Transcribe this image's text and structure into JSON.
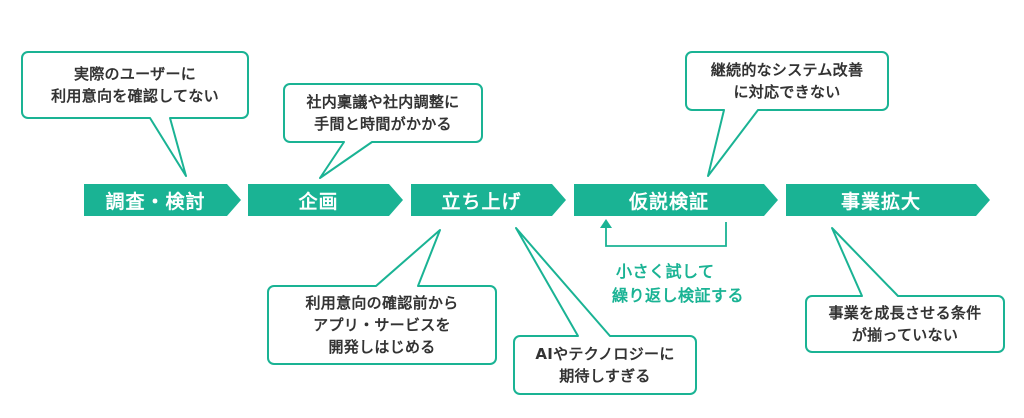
{
  "steps": [
    {
      "label": "調査・検討"
    },
    {
      "label": "企画"
    },
    {
      "label": "立ち上げ"
    },
    {
      "label": "仮説検証"
    },
    {
      "label": "事業拡大"
    }
  ],
  "callouts": [
    {
      "lines": [
        "実際のユーザーに",
        "利用意向を確認してない"
      ]
    },
    {
      "lines": [
        "社内稟議や社内調整に",
        "手間と時間がかかる"
      ]
    },
    {
      "lines": [
        "継続的なシステム改善",
        "に対応できない"
      ]
    },
    {
      "lines": [
        "利用意向の確認前から",
        "アプリ・サービスを",
        "開発しはじめる"
      ]
    },
    {
      "lines": [
        "AIやテクノロジーに",
        "期待しすぎる"
      ]
    },
    {
      "lines": [
        "事業を成長させる条件",
        "が揃っていない"
      ]
    }
  ],
  "loop": {
    "lines": [
      "小さく試して",
      "繰り返し検証する"
    ]
  },
  "colors": {
    "accent": "#1ab394",
    "outline": "#1ab394",
    "text": "#333333"
  }
}
